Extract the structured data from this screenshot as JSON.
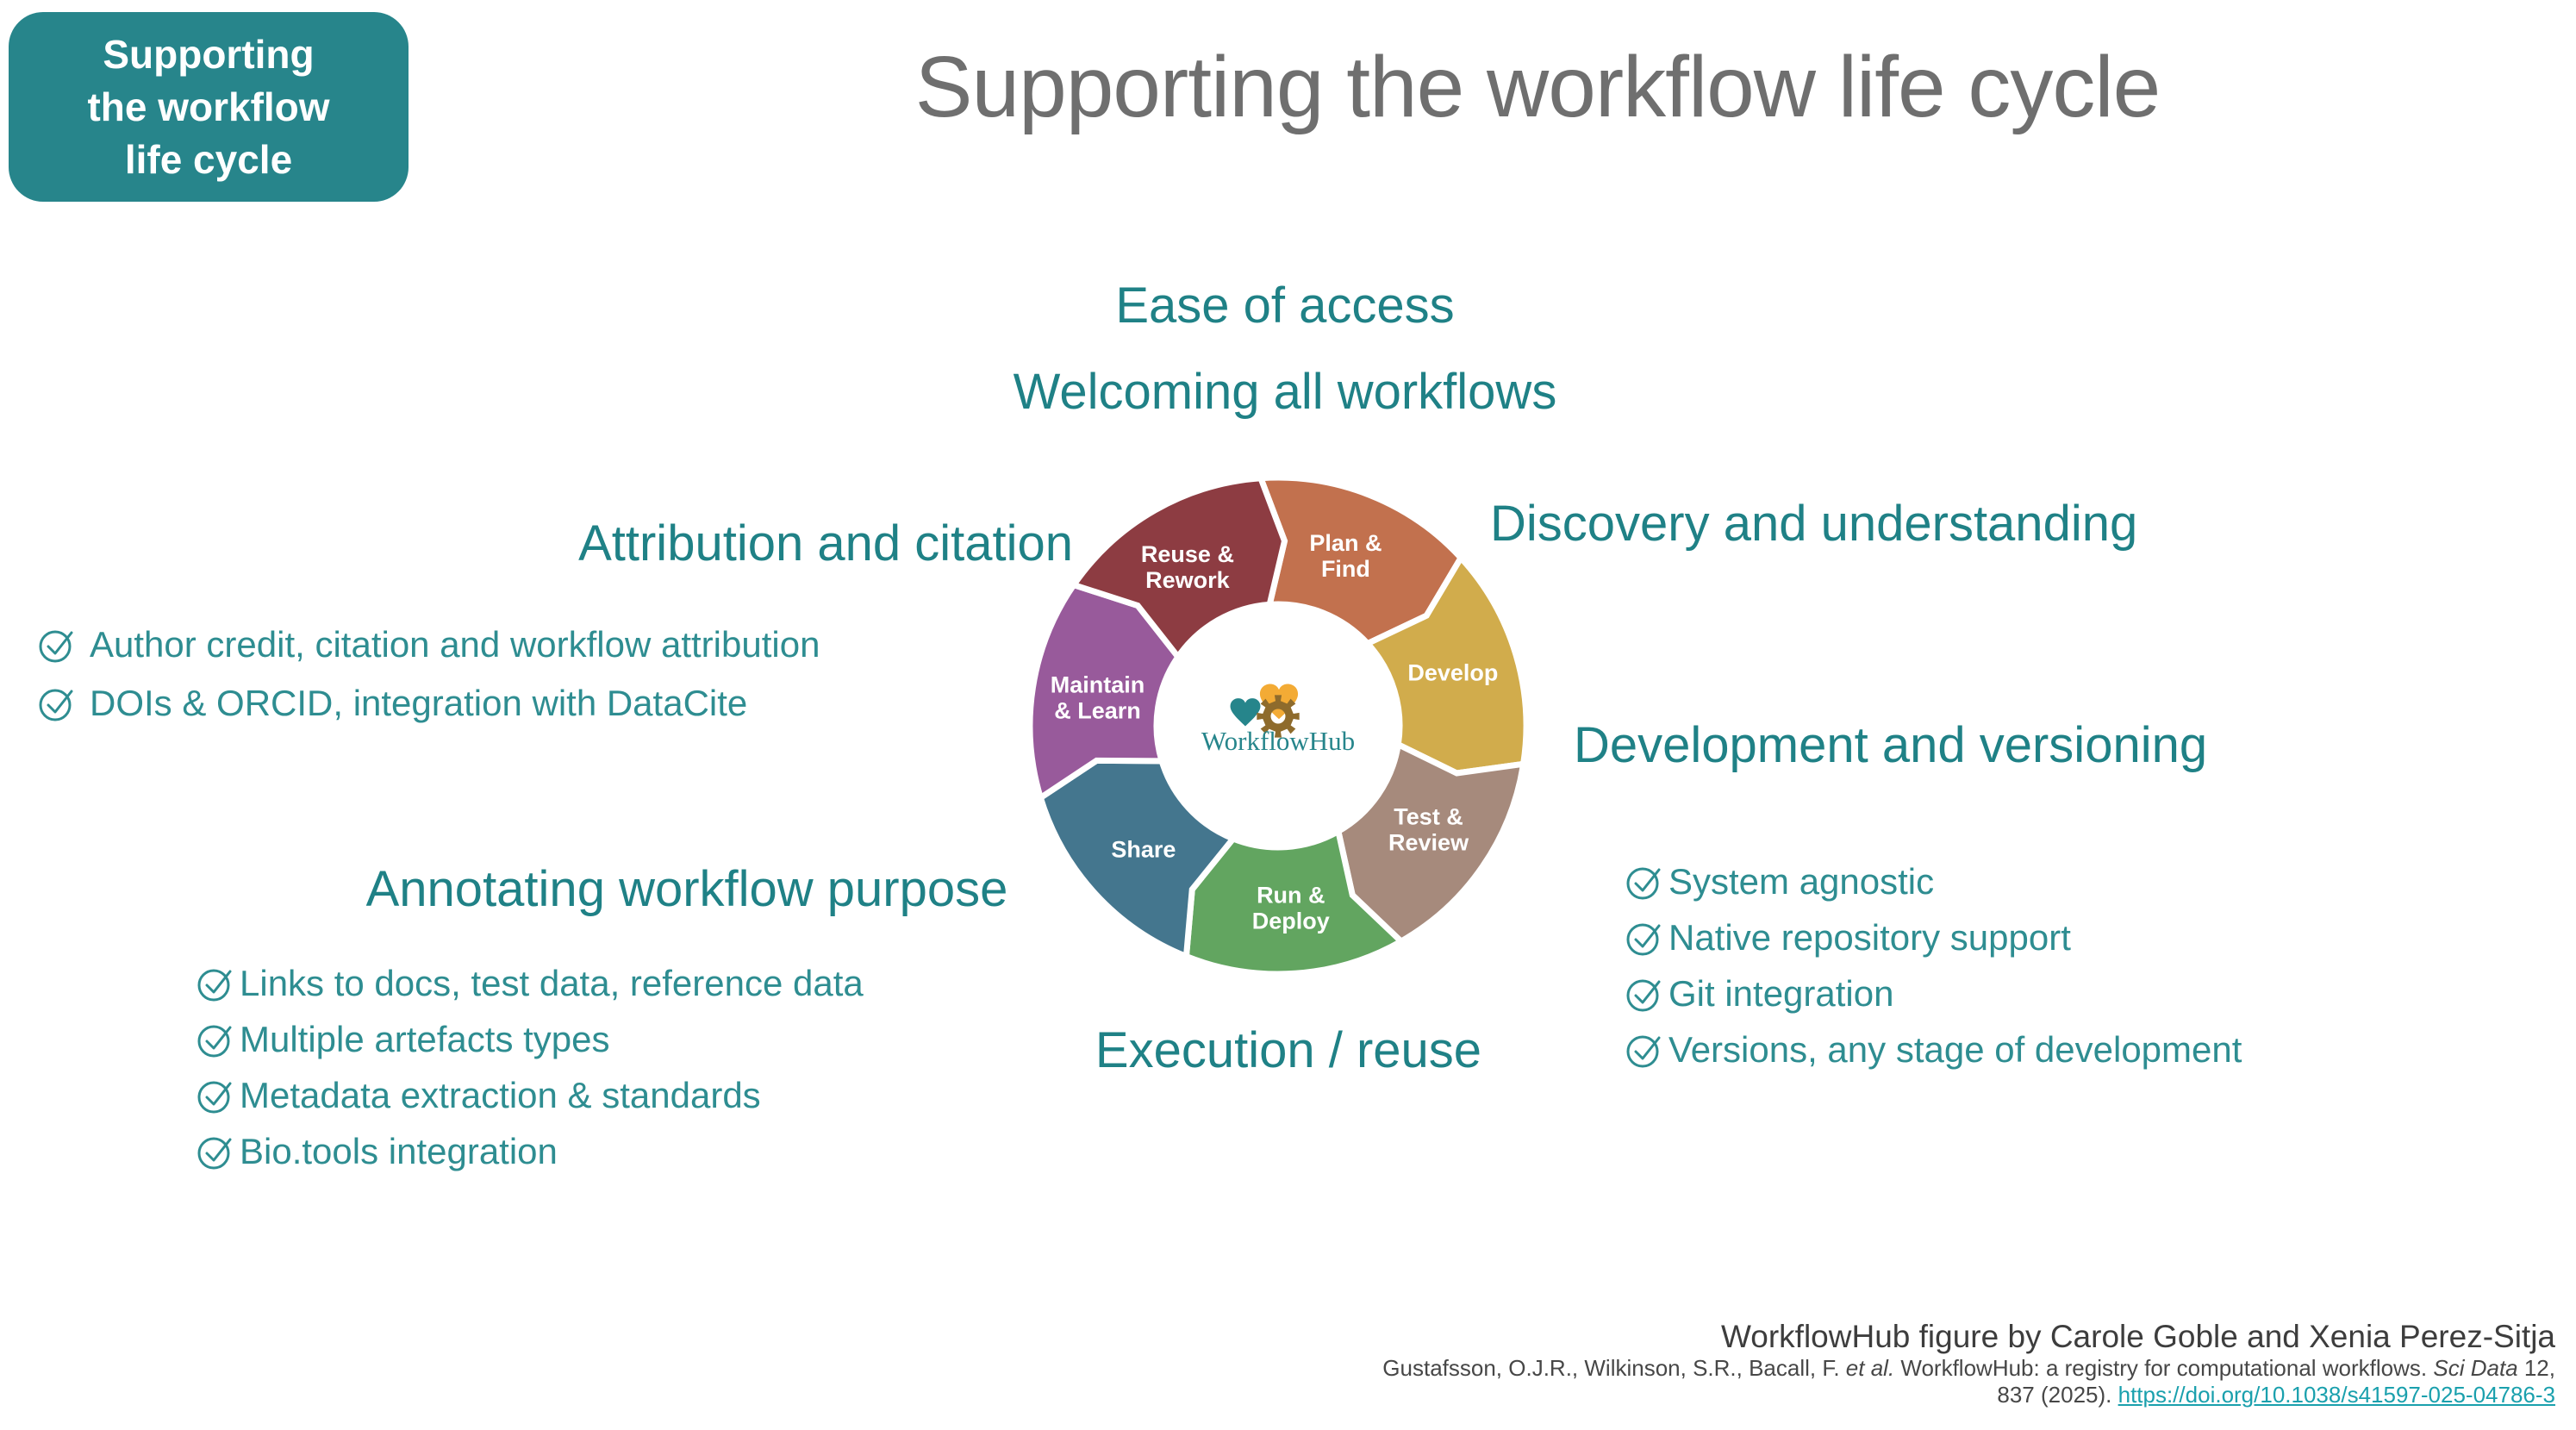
{
  "badge": {
    "lines": [
      "Supporting",
      "the workflow",
      "life cycle"
    ]
  },
  "title": "Supporting the workflow life cycle",
  "intro": {
    "line1": "Ease of access",
    "line2": "Welcoming all workflows"
  },
  "sections": {
    "attribution": {
      "heading": "Attribution and citation",
      "items": [
        "Author credit, citation and workflow attribution",
        "DOIs & ORCID, integration with DataCite"
      ]
    },
    "annotating": {
      "heading": "Annotating workflow purpose",
      "items": [
        "Links to docs, test data, reference data",
        "Multiple artefacts types",
        "Metadata extraction & standards",
        "Bio.tools integration"
      ]
    },
    "discovery": {
      "heading": "Discovery and understanding"
    },
    "development": {
      "heading": "Development and versioning",
      "items": [
        "System agnostic",
        "Native repository support",
        "Git integration",
        "Versions, any stage of development"
      ]
    },
    "execution": {
      "heading": "Execution / reuse"
    }
  },
  "wheel": {
    "center_label": "WorkflowHub",
    "segments": [
      {
        "id": "plan-find",
        "lines": [
          "Plan &",
          "Find"
        ],
        "color": "#c2714e"
      },
      {
        "id": "develop",
        "lines": [
          "Develop"
        ],
        "color": "#d1ac4c"
      },
      {
        "id": "test-review",
        "lines": [
          "Test &",
          "Review"
        ],
        "color": "#a68a7c"
      },
      {
        "id": "run-deploy",
        "lines": [
          "Run &",
          "Deploy"
        ],
        "color": "#62a560"
      },
      {
        "id": "share",
        "lines": [
          "Share"
        ],
        "color": "#44768e"
      },
      {
        "id": "maintain-learn",
        "lines": [
          "Maintain",
          "& Learn"
        ],
        "color": "#985a9b"
      },
      {
        "id": "reuse-rework",
        "lines": [
          "Reuse &",
          "Rework"
        ],
        "color": "#8d3c42"
      }
    ],
    "logo": {
      "heart_left_color": "#26858b",
      "heart_right_color": "#f3ab35",
      "gear_color": "#8e6b2c",
      "text_color": "#26858b"
    }
  },
  "citation": {
    "credit": "WorkflowHub figure by Carole Goble and Xenia Perez-Sitja",
    "ref_pre": "Gustafsson, O.J.R., Wilkinson, S.R., Bacall, F. ",
    "ref_etal": "et al.",
    "ref_mid": " WorkflowHub: a registry for computational workflows. ",
    "ref_journal": "Sci Data",
    "ref_vol": " 12,",
    "ref_line3_pre": "837 (2025). ",
    "ref_link": "https://doi.org/10.1038/s41597-025-04786-3"
  },
  "colors": {
    "accent_teal": "#27858b",
    "heading_teal": "#1f8186",
    "item_teal": "#2e8d91",
    "title_gray": "#6f6f6f",
    "link_teal": "#1aa0ad"
  }
}
